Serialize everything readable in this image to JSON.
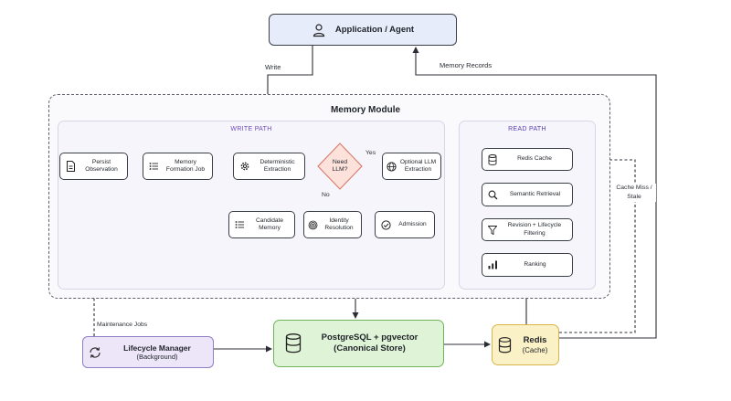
{
  "colors": {
    "agent_fill": "#e7ecfb",
    "write_title": "#6e4bb8",
    "read_title": "#5a3fb0",
    "decision_fill": "#fde2dc",
    "decision_stroke": "#d77868",
    "postgres_fill": "#dff3d7",
    "postgres_stroke": "#72b25c",
    "redis_fill": "#fbf1c6",
    "redis_stroke": "#d7b548",
    "lifecycle_fill": "#ece6f8",
    "lifecycle_stroke": "#8f7fc4"
  },
  "nodes": {
    "agent": {
      "label": "Application / Agent",
      "icon": "user-icon"
    },
    "persist": {
      "label": "Persist Observation",
      "icon": "document-icon"
    },
    "formation": {
      "label": "Memory Formation Job",
      "icon": "list-icon"
    },
    "extraction": {
      "label": "Deterministic Extraction",
      "icon": "gear-icon"
    },
    "decision": {
      "label": "Need LLM?"
    },
    "llm": {
      "label": "Optional LLM Extraction",
      "icon": "globe-icon"
    },
    "candidate": {
      "label": "Candidate Memory",
      "icon": "list-icon"
    },
    "identity": {
      "label": "Identity Resolution",
      "icon": "fingerprint-icon"
    },
    "admission": {
      "label": "Admission",
      "icon": "check-circle-icon"
    },
    "redis_cache_step": {
      "label": "Redis Cache",
      "icon": "database-icon"
    },
    "semantic": {
      "label": "Semantic Retrieval",
      "icon": "search-icon"
    },
    "revision": {
      "label": "Revision + Lifecycle Filtering",
      "icon": "filter-icon"
    },
    "ranking": {
      "label": "Ranking",
      "icon": "bar-chart-icon"
    },
    "lifecycle": {
      "title": "Lifecycle Manager",
      "sub": "(Background)",
      "icon": "refresh-icon"
    },
    "postgres": {
      "title": "PostgreSQL + pgvector",
      "sub": "(Canonical Store)",
      "icon": "database-icon"
    },
    "redis": {
      "title": "Redis",
      "sub": "(Cache)",
      "icon": "database-icon"
    }
  },
  "regions": {
    "memory_module": "Memory Module",
    "write_path": "WRITE PATH",
    "read_path": "READ PATH"
  },
  "edge_labels": {
    "write": "Write",
    "memory_records": "Memory Records",
    "yes": "Yes",
    "no": "No",
    "cache_miss": "Cache Miss / Stale",
    "maintenance_jobs": "Maintenance Jobs"
  }
}
